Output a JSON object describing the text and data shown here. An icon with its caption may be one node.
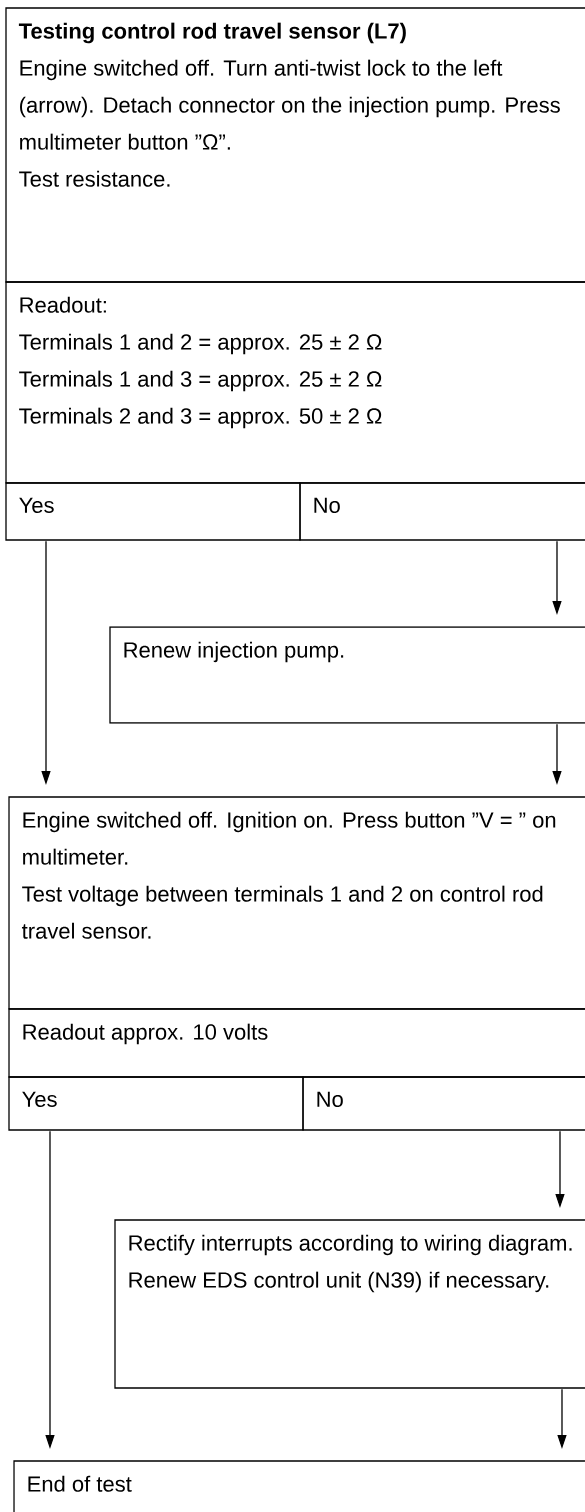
{
  "diagram": {
    "nodes": [
      {
        "text": [
          "Testing control rod travel sensor (L7)",
          "Engine switched off. Turn anti-twist lock to the left (arrow). Detach connector on the injection pump. Press multimeter button ”Ω”.",
          "Test resistance."
        ]
      },
      {
        "text": [
          "Readout:",
          "Terminals 1 and 2 = approx. 25 ± 2 Ω",
          "Terminals 1 and 3 = approx. 25 ± 2 Ω",
          "Terminals 2 and 3 = approx. 50 ± 2 Ω"
        ]
      },
      {
        "text": [
          "Yes"
        ]
      },
      {
        "text": [
          "No"
        ]
      },
      {
        "text": [
          "Renew injection pump."
        ]
      },
      {
        "text": [
          "Engine switched off. Ignition on. Press button ”V = ” on multimeter.",
          "Test voltage between terminals 1 and 2 on control rod travel sensor."
        ]
      },
      {
        "text": [
          "Readout approx. 10 volts"
        ]
      },
      {
        "text": [
          "Yes"
        ]
      },
      {
        "text": [
          "No"
        ]
      },
      {
        "text": [
          "Rectify interrupts according to wiring diagram.",
          "Renew EDS control unit (N39) if necessary."
        ]
      },
      {
        "text": [
          "End of test"
        ]
      }
    ],
    "edges": [
      {
        "from": 2,
        "to": 5,
        "arrow": "to"
      },
      {
        "from": 3,
        "to": 4,
        "arrow": "to"
      },
      {
        "from": 4,
        "to": 5,
        "arrow": "to"
      },
      {
        "from": 7,
        "to": 10,
        "arrow": "to"
      },
      {
        "from": 8,
        "to": 9,
        "arrow": "to"
      },
      {
        "from": 9,
        "to": 10,
        "arrow": "to"
      }
    ]
  }
}
